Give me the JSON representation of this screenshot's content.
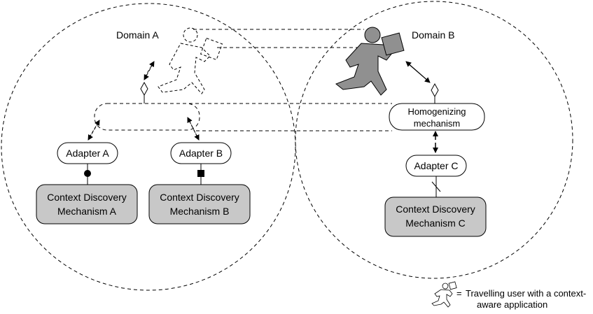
{
  "domains": {
    "a": {
      "title": "Domain A"
    },
    "b": {
      "title": "Domain B"
    }
  },
  "domain_a": {
    "adapter_a": "Adapter A",
    "adapter_b": "Adapter B",
    "mechanism_a": {
      "line1": "Context Discovery",
      "line2": "Mechanism A"
    },
    "mechanism_b": {
      "line1": "Context Discovery",
      "line2": "Mechanism B"
    }
  },
  "domain_b": {
    "homogenizing": {
      "line1": "Homogenizing",
      "line2": "mechanism"
    },
    "adapter_c": "Adapter C",
    "mechanism_c": {
      "line1": "Context Discovery",
      "line2": "Mechanism C"
    }
  },
  "legend": {
    "symbol": "=",
    "line1": "Travelling user with a context-",
    "line2": "aware application"
  },
  "colors": {
    "mechanism_fill": "#c8c8c8",
    "user_fill": "#909090",
    "stroke": "#000000"
  }
}
